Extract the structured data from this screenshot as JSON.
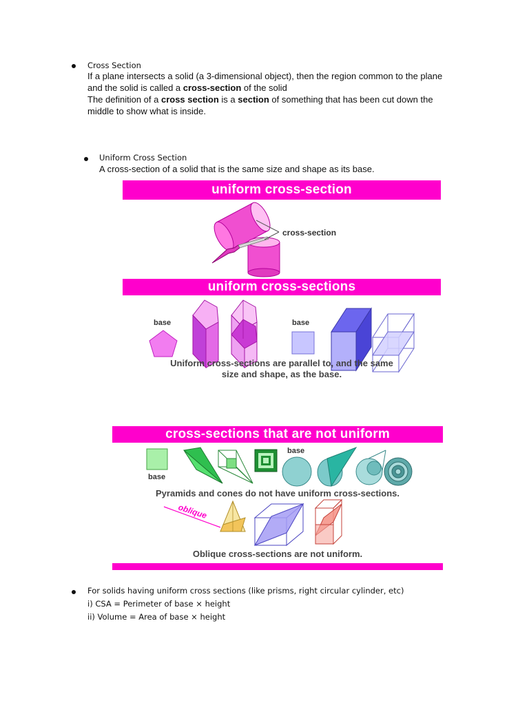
{
  "section1": {
    "heading": "Cross Section",
    "line1": "If a plane intersects a solid (a 3-dimensional object), then the region common to the plane",
    "line2_pre": "and the solid is called a ",
    "line2_bold": "cross-section",
    "line2_post": " of the solid",
    "line3_pre": "The definition of a ",
    "line3_bold1": "cross section",
    "line3_mid": " is a ",
    "line3_bold2": "section",
    "line3_post": " of something that has been cut down the",
    "line4": "middle to show what is inside."
  },
  "section2": {
    "heading": "Uniform Cross Section",
    "line1": "A cross-section of a solid that is the same size and shape as its base."
  },
  "figure1": {
    "banner_top": "uniform cross-section",
    "callout": "cross-section",
    "banner_mid": "uniform cross-sections",
    "base_left": "base",
    "base_right": "base",
    "caption_line1": "Uniform cross-sections are parallel to, and the same",
    "caption_line2": "size and shape, as the base."
  },
  "figure2": {
    "banner": "cross-sections that are not uniform",
    "base_left": "base",
    "base_right": "base",
    "caption1": "Pyramids and cones do not have uniform cross-sections.",
    "oblique": "oblique",
    "caption2": "Oblique cross-sections are not uniform."
  },
  "section3": {
    "heading": "For solids having uniform cross sections (like prisms, right circular cylinder, etc)",
    "line1": "i) CSA = Perimeter of base × height",
    "line2": "ii) Volume = Area of base × height"
  }
}
